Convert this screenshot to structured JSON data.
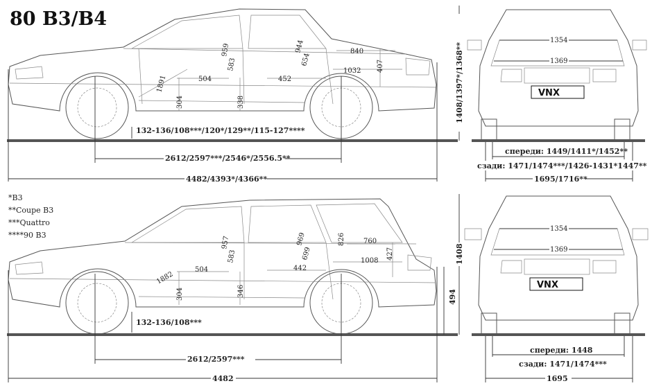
{
  "title": "80 B3/B4",
  "legend": [
    "*B3",
    "**Coupe B3",
    "***Quattro",
    "****90 B3"
  ],
  "sedan": {
    "side_dims": {
      "d959": "959",
      "d583": "583",
      "d944": "944",
      "d654": "654",
      "d840": "840",
      "d1032": "1032",
      "d407": "407",
      "d504": "504",
      "d452": "452",
      "d1891": "1891",
      "d304": "304",
      "d338": "338",
      "ground_clearance": "132-136/108***/120*/129**/115-127****",
      "wheelbase": "2612/2597***/2546*/2556.5**",
      "length": "4482/4393*/4366**"
    },
    "front_dims": {
      "d1354": "1354",
      "d1369": "1369",
      "height": "1408/1397*/1368**",
      "track_front": "спереди: 1449/1411*/1452**",
      "track_rear": "сзади: 1471/1474***/1426-1431*1447**",
      "width": "1695/1716**",
      "plate": "VNX"
    }
  },
  "avant": {
    "side_dims": {
      "d957": "957",
      "d583": "583",
      "d969": "969",
      "d699": "699",
      "d826": "826",
      "d760": "760",
      "d1008": "1008",
      "d427": "427",
      "d504": "504",
      "d442": "442",
      "d1882": "1882",
      "d304": "304",
      "d346": "346",
      "d494": "494",
      "ground_clearance": "132-136/108***",
      "wheelbase": "2612/2597***",
      "length": "4482"
    },
    "front_dims": {
      "d1354": "1354",
      "d1369": "1369",
      "height": "1408",
      "track_front": "спереди: 1448",
      "track_rear": "сзади: 1471/1474***",
      "width": "1695",
      "plate": "VNX"
    }
  }
}
